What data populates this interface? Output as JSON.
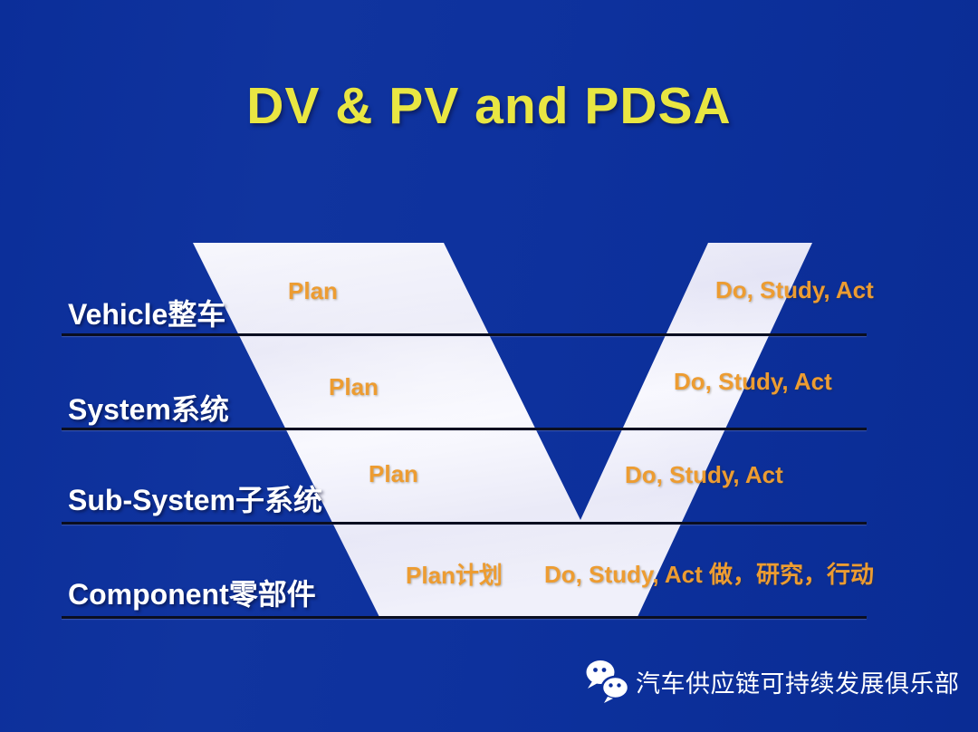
{
  "slide": {
    "title": "DV & PV and PDSA"
  },
  "levels": [
    {
      "name": "Vehicle整车",
      "plan": "Plan",
      "dsa": "Do, Study, Act"
    },
    {
      "name": "System系统",
      "plan": "Plan",
      "dsa": "Do, Study, Act"
    },
    {
      "name": "Sub-System子系统",
      "plan": "Plan",
      "dsa": "Do, Study, Act"
    },
    {
      "name": "Component零部件",
      "plan": "Plan计划",
      "dsa": "Do, Study, Act  做，研究，行动"
    }
  ],
  "footer": {
    "icon": "wechat-logo-icon",
    "text": "汽车供应链可持续发展俱乐部"
  },
  "colors": {
    "background": "#0c2f9d",
    "title_yellow": "#e9e642",
    "label_orange": "#ed9c31",
    "label_white": "#ffffff",
    "divider": "#0a0e20",
    "v_fill_light": "#f6f6fd",
    "v_fill_shade": "#e2e2f4"
  }
}
